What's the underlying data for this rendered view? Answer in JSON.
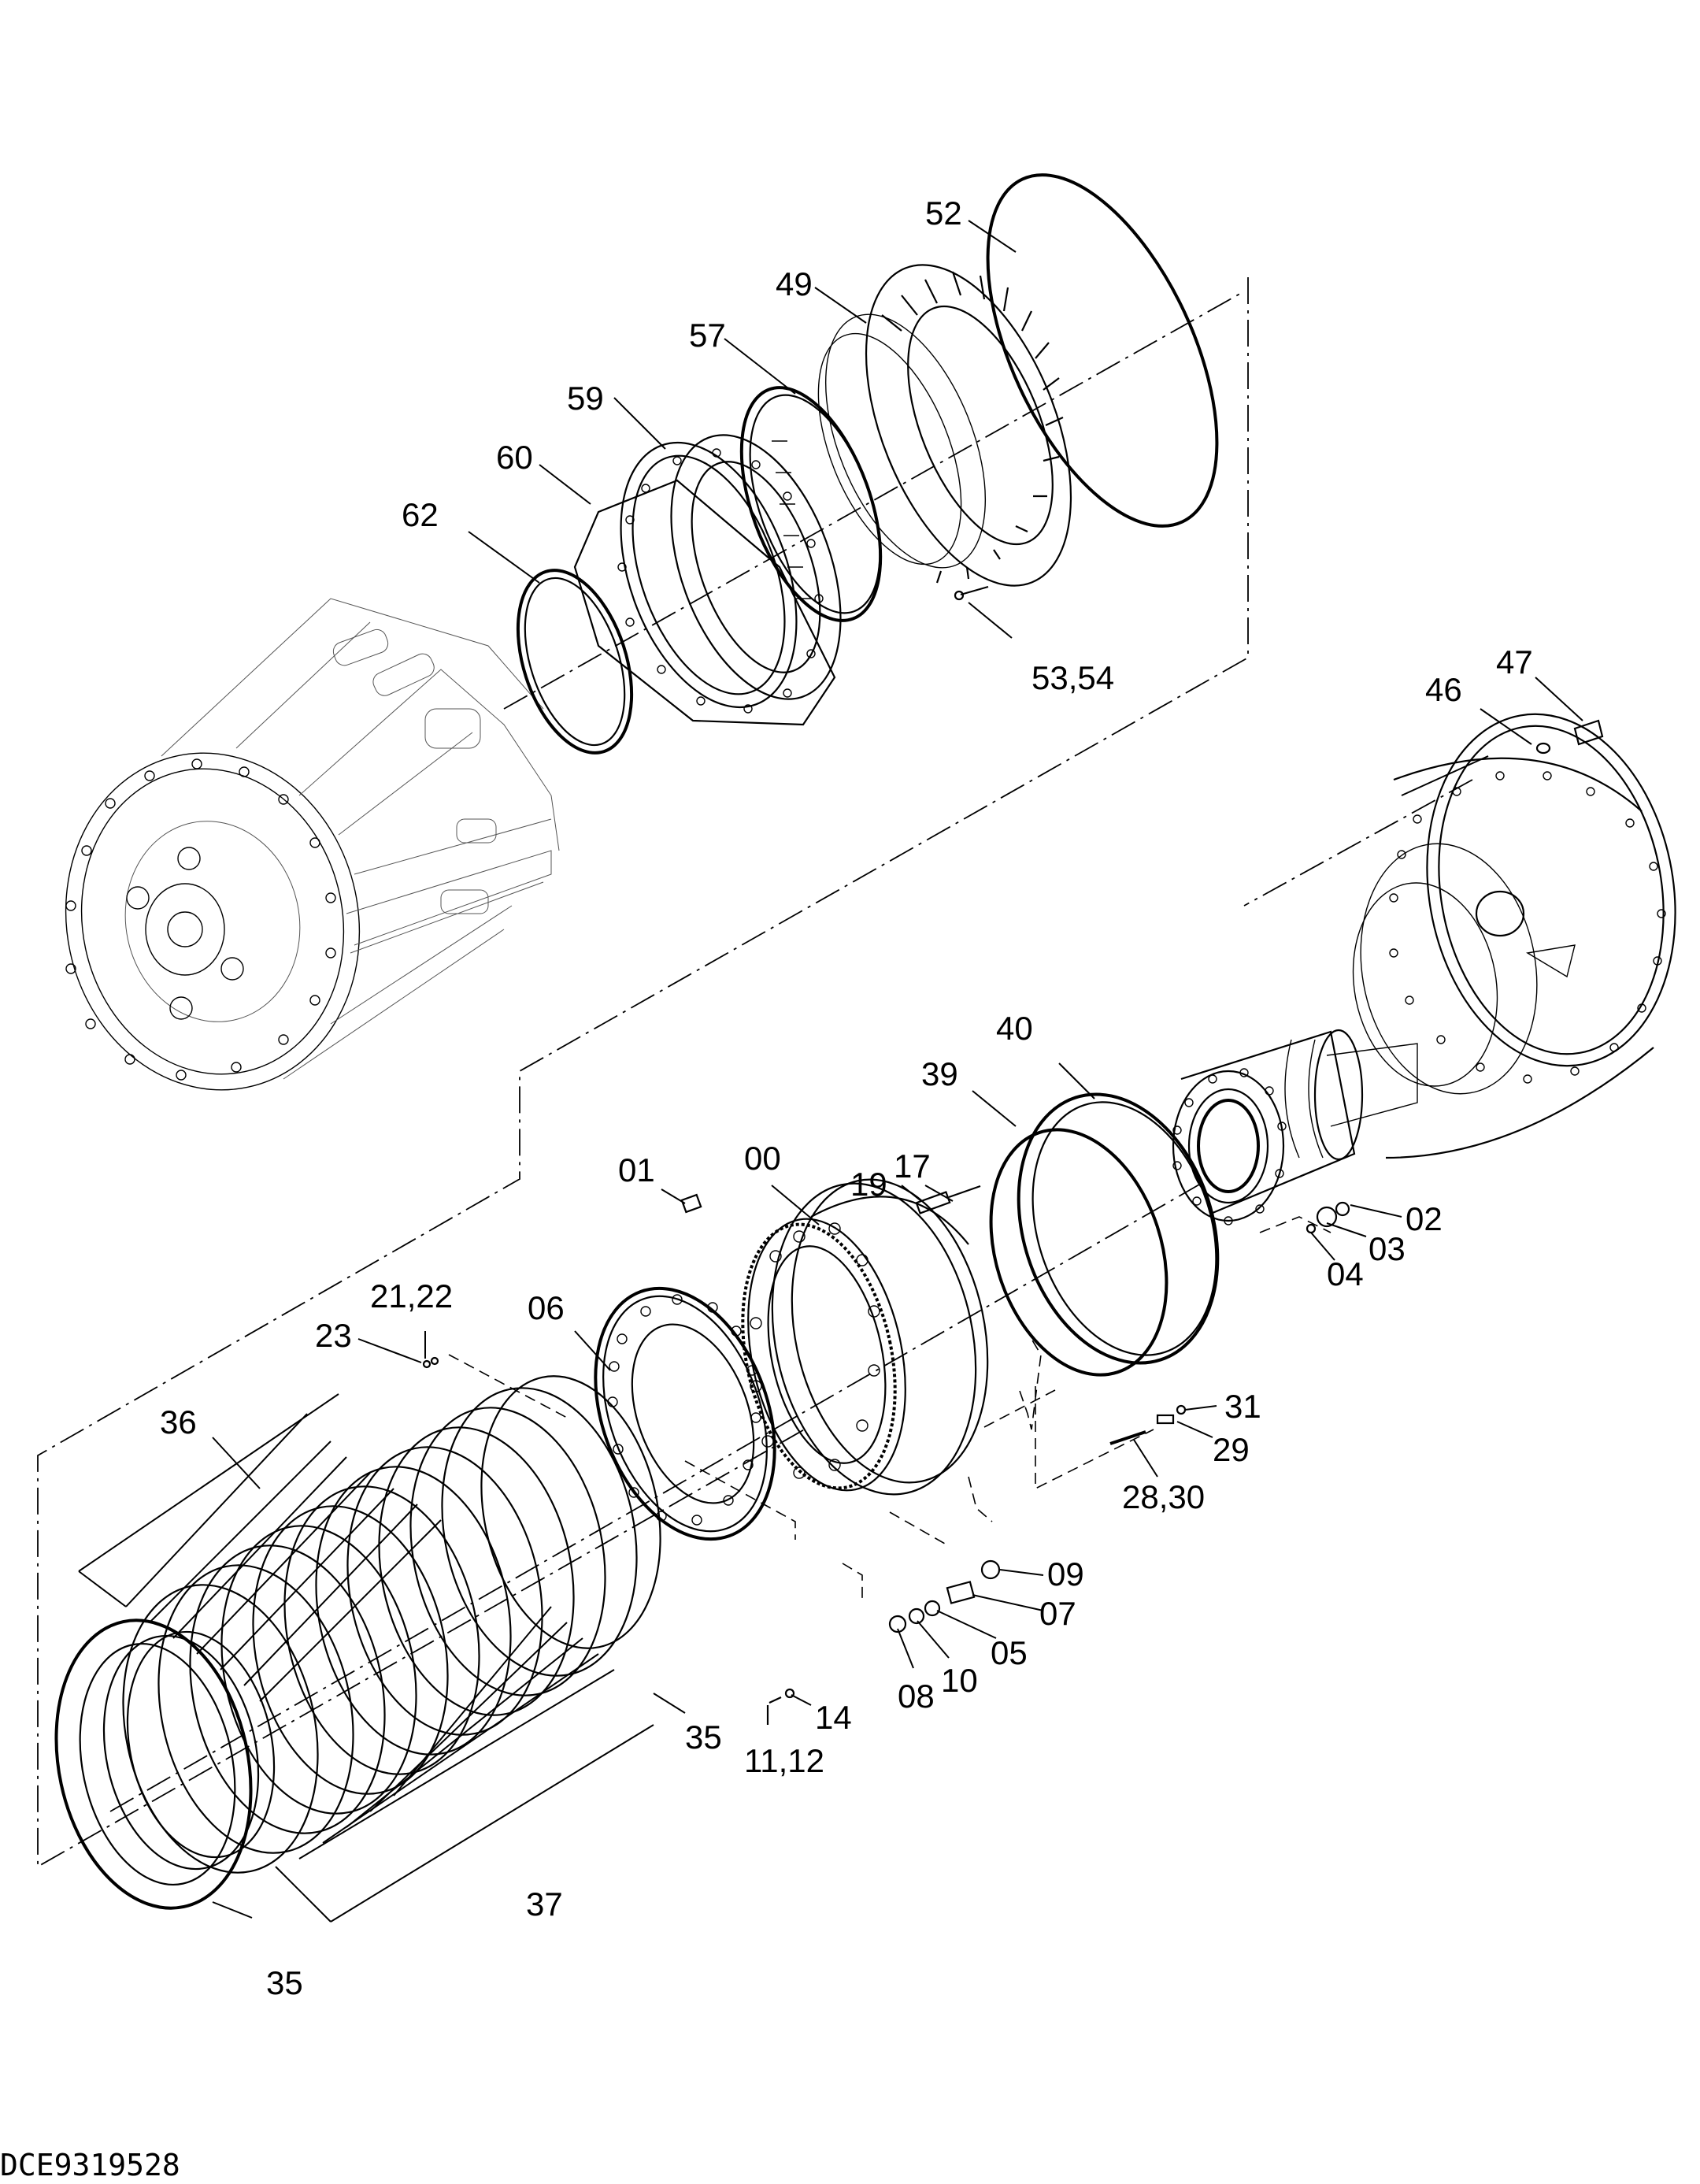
{
  "drawing_id": "DCE9319528",
  "callouts": {
    "c52": "52",
    "c49": "49",
    "c57": "57",
    "c59": "59",
    "c60": "60",
    "c62": "62",
    "c5354": "53,54",
    "c47": "47",
    "c46": "46",
    "c40": "40",
    "c39": "39",
    "c17": "17",
    "c19": "19",
    "c00": "00",
    "c01": "01",
    "c02": "02",
    "c03": "03",
    "c04": "04",
    "c2122": "21,22",
    "c23": "23",
    "c06": "06",
    "c36": "36",
    "c31": "31",
    "c29": "29",
    "c2830": "28,30",
    "c09": "09",
    "c07": "07",
    "c05": "05",
    "c10": "10",
    "c08": "08",
    "c14": "14",
    "c1112": "11,12",
    "c35a": "35",
    "c37": "37",
    "c35b": "35"
  }
}
